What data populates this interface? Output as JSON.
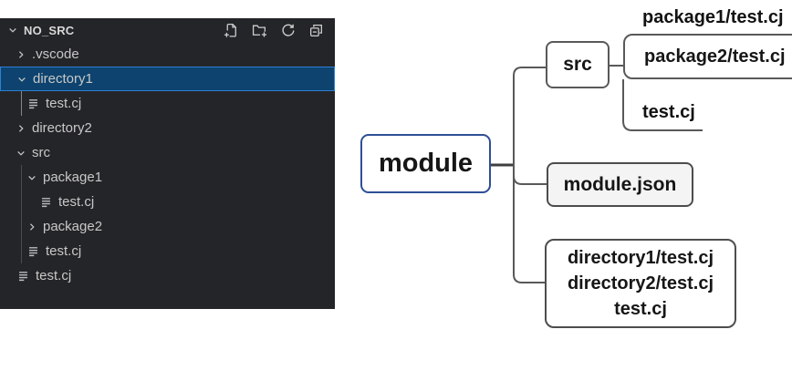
{
  "explorer": {
    "title": "NO_SRC",
    "toolbar_icons": [
      "new-file-icon",
      "new-folder-icon",
      "refresh-icon",
      "collapse-all-icon"
    ],
    "rows": [
      {
        "label": ".vscode",
        "type": "folder",
        "expanded": false,
        "level": 0,
        "selected": false
      },
      {
        "label": "directory1",
        "type": "folder",
        "expanded": true,
        "level": 0,
        "selected": true
      },
      {
        "label": "test.cj",
        "type": "file",
        "level": 1,
        "selected": false
      },
      {
        "label": "directory2",
        "type": "folder",
        "expanded": false,
        "level": 0,
        "selected": false
      },
      {
        "label": "src",
        "type": "folder",
        "expanded": true,
        "level": 0,
        "selected": false
      },
      {
        "label": "package1",
        "type": "folder",
        "expanded": true,
        "level": 1,
        "selected": false
      },
      {
        "label": "test.cj",
        "type": "file",
        "level": 2,
        "selected": false
      },
      {
        "label": "package2",
        "type": "folder",
        "expanded": false,
        "level": 1,
        "selected": false
      },
      {
        "label": "test.cj",
        "type": "file",
        "level": 1,
        "selected": false
      },
      {
        "label": "test.cj",
        "type": "file",
        "level": 0,
        "selected": false
      }
    ]
  },
  "diagram": {
    "module": "module",
    "src": "src",
    "module_json": "module.json",
    "src_children": {
      "package1": "package1/test.cj",
      "package2": "package2/test.cj",
      "test": "test.cj"
    },
    "root_files": [
      "directory1/test.cj",
      "directory2/test.cj",
      "test.cj"
    ],
    "colors": {
      "panel_bg": "#242528",
      "selection_bg": "#0d436e",
      "selection_border": "#2d80d6",
      "line": "#595959",
      "box_border": "#595959",
      "dark_border": "#4d4d4d",
      "module_border": "#2e4f96",
      "module_json_fill": "#f4f4f4"
    }
  }
}
